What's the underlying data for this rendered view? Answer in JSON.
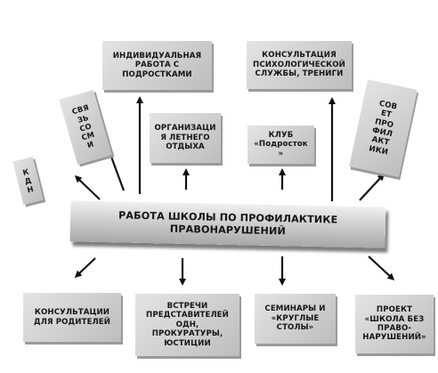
{
  "central": {
    "text": "РАБОТА ШКОЛЫ ПО ПРОФИЛАКТИКЕ\nПРАВОНАРУШЕНИЙ"
  },
  "top": {
    "individual": "ИНДИВИДУАЛЬНАЯ\nРАБОТА С\nПОДРОСТКАМИ",
    "consultation_psych": "КОНСУЛЬТАЦИЯ\nПСИХОЛОГИЧЕСКОЙ\nСЛУЖБЫ, ТРЕНИГИ"
  },
  "middle": {
    "summer": "ОРГАНИЗАЦИ\nЯ ЛЕТНЕГО\nОТДЫХА",
    "club": "КЛУБ\n«Подросток\n»"
  },
  "side": {
    "kdn": "К\nД\nН",
    "connections": "СВЯ\nЗЬ\nСО\nСМ\nИ",
    "council": "СОВ\nЕТ\nПРО\nФИЛ\nАКТ\nИКИ"
  },
  "bottom": {
    "parents": "КОНСУЛЬТАЦИИ\nДЛЯ РОДИТЕЛЕЙ",
    "meetings": "ВСТРЕЧИ\nПРЕДСТАВИТЕЛЕЙ\nОДН,\nПРОКУРАТУРЫ,\nЮСТИЦИИ",
    "seminars": "СЕМИНАРЫ И\n«КРУГЛЫЕ\nСТОЛЫ»",
    "project": "ПРОЕКТ\n«ШКОЛА БЕЗ\nПРАВО-\nНАРУШЕНИЙ»"
  }
}
